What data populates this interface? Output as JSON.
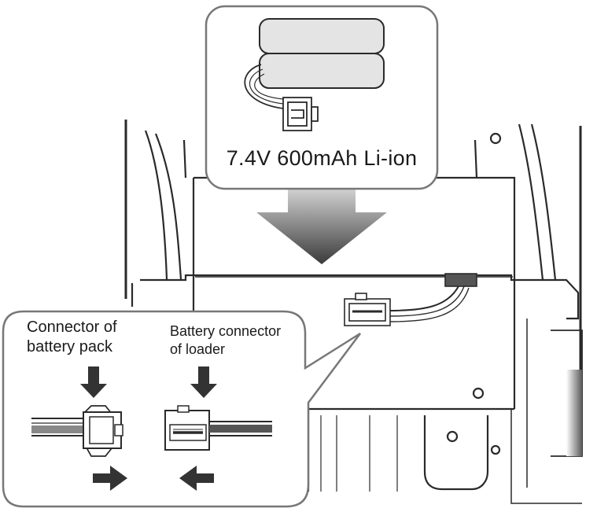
{
  "battery": {
    "spec_label": "7.4V 600mAh Li-ion"
  },
  "connector_detail": {
    "battery_pack_connector_label": "Connector of\nbattery pack",
    "loader_connector_label": "Battery connector\nof loader"
  },
  "colors": {
    "line": "#2a2a2a",
    "battery_cell": "#e4e4e4",
    "arrow_gradient_dark": "#3a3a3a",
    "arrow_gradient_light": "#d8d8d8",
    "callout_border": "#777777"
  },
  "icons": [
    "down-arrow-icon",
    "right-arrow-icon",
    "left-arrow-icon"
  ]
}
